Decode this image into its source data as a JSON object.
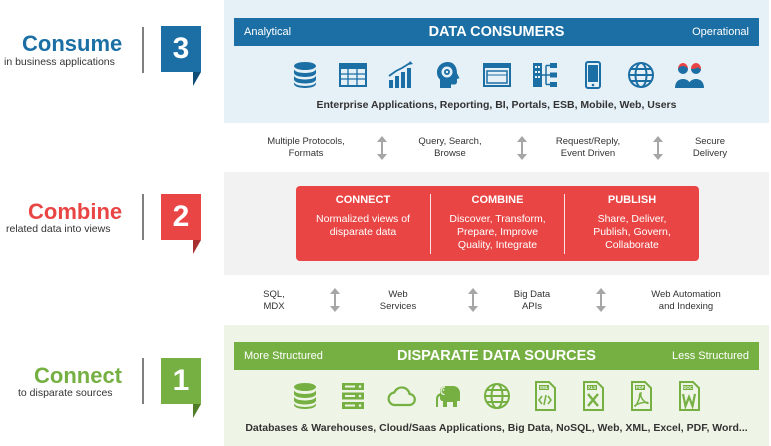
{
  "steps": [
    {
      "number": "3",
      "title": "Consume",
      "subtitle": "in business applications",
      "color": "#1b6fa5"
    },
    {
      "number": "2",
      "title": "Combine",
      "subtitle": "related data into views",
      "color": "#e94545"
    },
    {
      "number": "1",
      "title": "Connect",
      "subtitle": "to disparate sources",
      "color": "#76b043"
    }
  ],
  "consumers": {
    "left_label": "Analytical",
    "title": "DATA CONSUMERS",
    "right_label": "Operational",
    "icons": [
      "database-icon",
      "spreadsheet-icon",
      "bar-chart-icon",
      "head-gear-icon",
      "browser-window-icon",
      "sitemap-icon",
      "mobile-phone-icon",
      "globe-icon",
      "users-icon"
    ],
    "caption": "Enterprise Applications, Reporting, BI, Portals, ESB, Mobile, Web, Users"
  },
  "upper_protocols": [
    {
      "line1": "Multiple Protocols,",
      "line2": "Formats"
    },
    {
      "line1": "Query, Search,",
      "line2": "Browse"
    },
    {
      "line1": "Request/Reply,",
      "line2": "Event Driven"
    },
    {
      "line1": "Secure",
      "line2": "Delivery"
    }
  ],
  "combine": [
    {
      "heading": "CONNECT",
      "lines": [
        "Normalized views of",
        "disparate data"
      ]
    },
    {
      "heading": "COMBINE",
      "lines": [
        "Discover, Transform,",
        "Prepare, Improve",
        "Quality, Integrate"
      ]
    },
    {
      "heading": "PUBLISH",
      "lines": [
        "Share, Deliver,",
        "Publish, Govern,",
        "Collaborate"
      ]
    }
  ],
  "lower_protocols": [
    {
      "line1": "SQL,",
      "line2": "MDX"
    },
    {
      "line1": "Web",
      "line2": "Services"
    },
    {
      "line1": "Big Data",
      "line2": "APIs"
    },
    {
      "line1": "Web Automation",
      "line2": "and Indexing"
    }
  ],
  "sources": {
    "left_label": "More Structured",
    "title": "DISPARATE DATA SOURCES",
    "right_label": "Less Structured",
    "icons": [
      "database-icon",
      "server-rack-icon",
      "cloud-icon",
      "elephant-icon",
      "globe-icon",
      "xml-file-icon",
      "xls-file-icon",
      "pdf-file-icon",
      "doc-file-icon"
    ],
    "file_tags": {
      "xml": "XML",
      "xls": "XLS",
      "pdf": "PDF",
      "doc": "DOC"
    },
    "caption": "Databases & Warehouses, Cloud/Saas Applications, Big Data, NoSQL, Web, XML, Excel, PDF, Word..."
  },
  "colors": {
    "blue": "#1b6fa5",
    "blue_panel": "#e6f0f7",
    "red": "#e94545",
    "red_panel": "#f2f2f2",
    "green": "#76b043",
    "green_panel": "#eef5e7",
    "icon_blue": "#1b6fa5",
    "icon_green": "#76b043",
    "arrow_gray": "#a6a6a6"
  }
}
